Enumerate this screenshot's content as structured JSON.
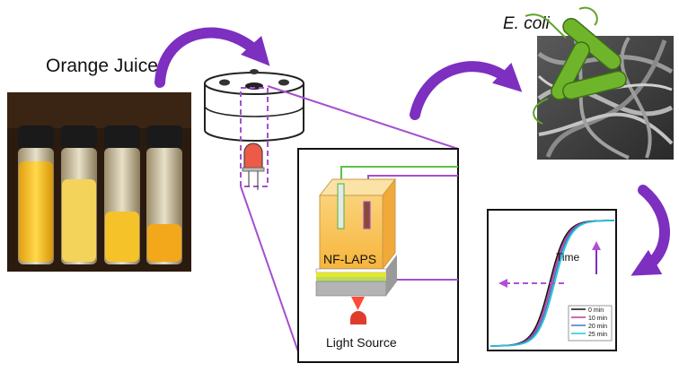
{
  "labels": {
    "orange_juice": "Orange Juice",
    "ecoli": "E. coli",
    "sensor": "NF-LAPS",
    "light_source": "Light Source",
    "time": "Time"
  },
  "legend": [
    {
      "label": "0 min",
      "color": "#111111"
    },
    {
      "label": "10 min",
      "color": "#c0389a"
    },
    {
      "label": "20 min",
      "color": "#3a78c8"
    },
    {
      "label": "25 min",
      "color": "#1fc7d6"
    }
  ],
  "colors": {
    "arrow": "#7d2fc0",
    "connector": "#a44fd0",
    "juice": "#f7c225",
    "bacteria": "#6fb52c",
    "wire_green": "#5fbf4b",
    "wire_purple": "#a44fd0"
  }
}
